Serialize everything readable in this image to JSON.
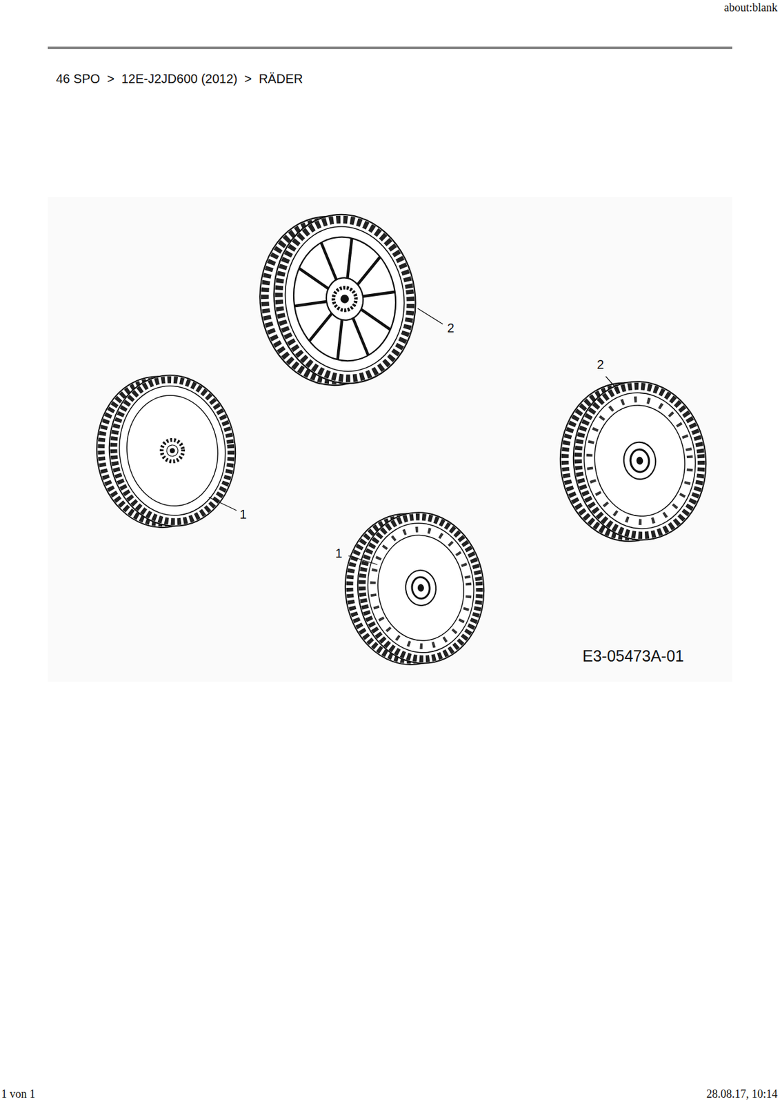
{
  "diagram": {
    "title": "46 SPO  >  12E-J2JD600 (2012)  >  RÄDER",
    "labels": [
      "about:blank",
      "2",
      "2",
      "1",
      "1",
      "E3-05473A-01",
      "1 von 1",
      "28.08.17, 10:14"
    ]
  }
}
